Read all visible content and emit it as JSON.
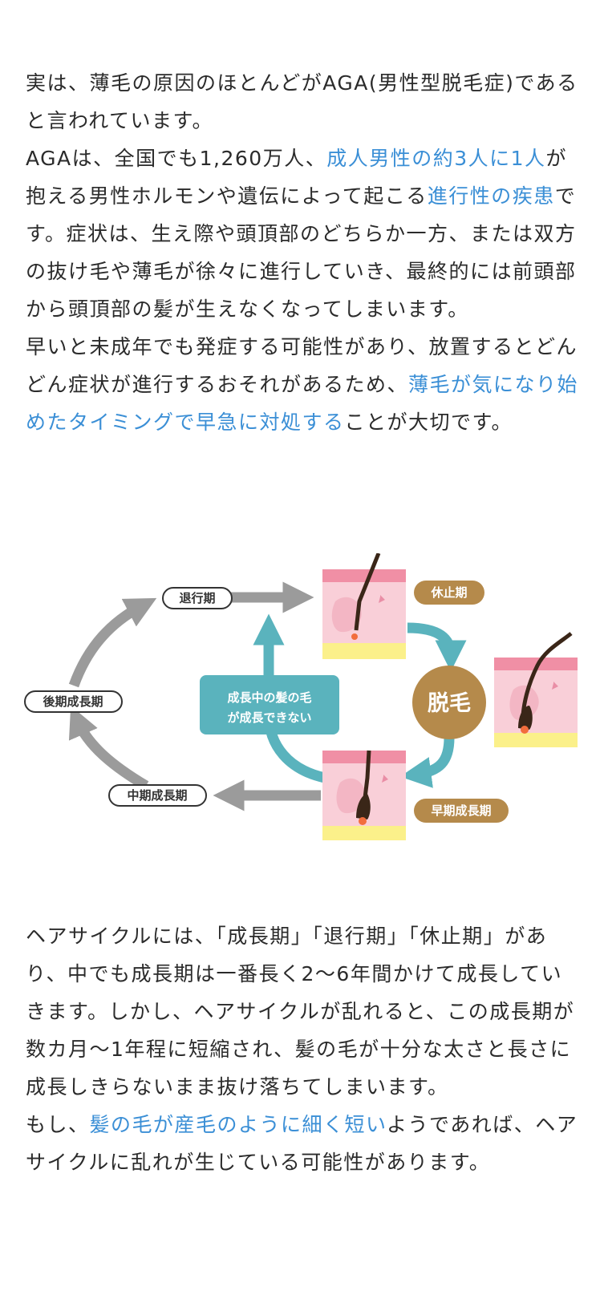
{
  "intro": {
    "p1": "実は、薄毛の原因のほとんどがAGA(男性型脱毛症)であると言われています。",
    "p2_a": "AGAは、全国でも1,260万人、",
    "p2_hl1": "成人男性の約3人に1人",
    "p2_b": "が抱える男性ホルモンや遺伝によって起こる",
    "p2_hl2": "進行性の疾患",
    "p2_c": "です。症状は、生え際や頭頂部のどちらか一方、または双方の抜け毛や薄毛が徐々に進行していき、最終的には前頭部から頭頂部の髪が生えなくなってしまいます。",
    "p3_a": "早いと未成年でも発症する可能性があり、放置するとどんどん症状が進行するおそれがあるため、",
    "p3_hl": "薄毛が気になり始めたタイミングで早急に対処する",
    "p3_b": "ことが大切です。"
  },
  "diagram": {
    "label_catagen": "退行期",
    "label_telogen": "休止期",
    "label_late_anagen": "後期成長期",
    "label_mid_anagen": "中期成長期",
    "label_early_anagen": "早期成長期",
    "label_shedding": "脱毛",
    "note_line1": "成長中の髪の毛",
    "note_line2": "が成長できない",
    "colors": {
      "arrow_gray": "#9b9b9b",
      "arrow_teal": "#5ab3bd",
      "brown_badge": "#b58a4b",
      "skin_pink": "#f9cfd8",
      "fat_yellow": "#fbf08a"
    }
  },
  "outro": {
    "p1": "ヘアサイクルには、「成長期」「退行期」「休止期」があり、中でも成長期は一番長く2〜6年間かけて成長していきます。しかし、ヘアサイクルが乱れると、この成長期が数カ月〜1年程に短縮され、髪の毛が十分な太さと長さに成長しきらないまま抜け落ちてしまいます。",
    "p2_a": "もし、",
    "p2_hl": "髪の毛が産毛のように細く短い",
    "p2_b": "ようであれば、ヘアサイクルに乱れが生じている可能性があります。"
  }
}
